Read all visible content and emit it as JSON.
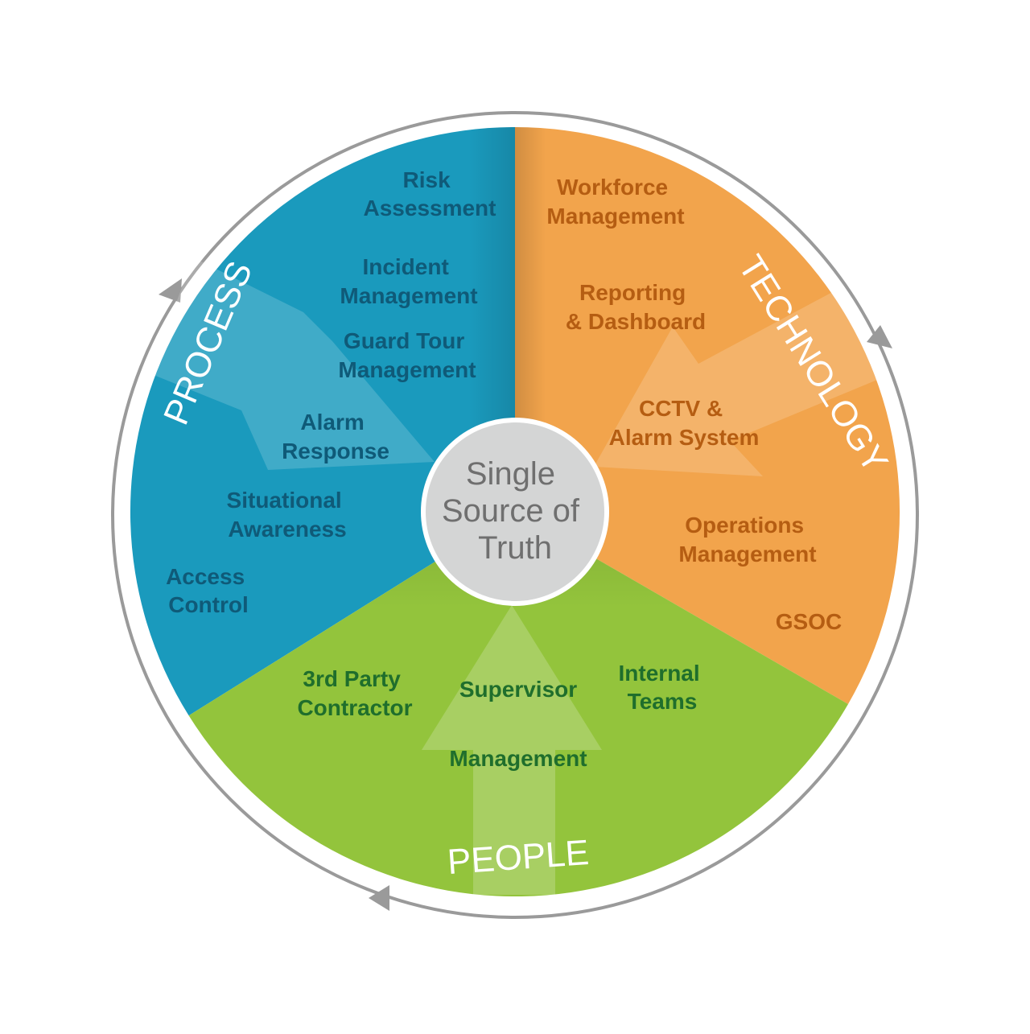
{
  "center": {
    "lines": [
      "Single",
      "Source of",
      "Truth"
    ]
  },
  "sectors": {
    "process": {
      "title": "PROCESS",
      "color": "#1a9abd",
      "text_color": "#0f5a78",
      "items": [
        [
          "Risk",
          "Assessment"
        ],
        [
          "Incident",
          "Management"
        ],
        [
          "Guard Tour",
          "Management"
        ],
        [
          "Alarm",
          "Response"
        ],
        [
          "Situational",
          "Awareness"
        ],
        [
          "Access",
          "Control"
        ]
      ]
    },
    "technology": {
      "title": "TECHNOLOGY",
      "color": "#f2a44c",
      "text_color": "#b55d12",
      "items": [
        [
          "Workforce",
          "Management"
        ],
        [
          "Reporting",
          "& Dashboard"
        ],
        [
          "CCTV &",
          "Alarm System"
        ],
        [
          "Operations",
          "Management"
        ],
        [
          "GSOC"
        ]
      ]
    },
    "people": {
      "title": "PEOPLE",
      "color": "#93c43c",
      "text_color": "#1f6e2c",
      "items": [
        [
          "3rd Party",
          "Contractor"
        ],
        [
          "Supervisor"
        ],
        [
          "Internal",
          "Teams"
        ],
        [
          "Management"
        ]
      ]
    }
  },
  "ring": {
    "color": "#9a9a9a"
  }
}
